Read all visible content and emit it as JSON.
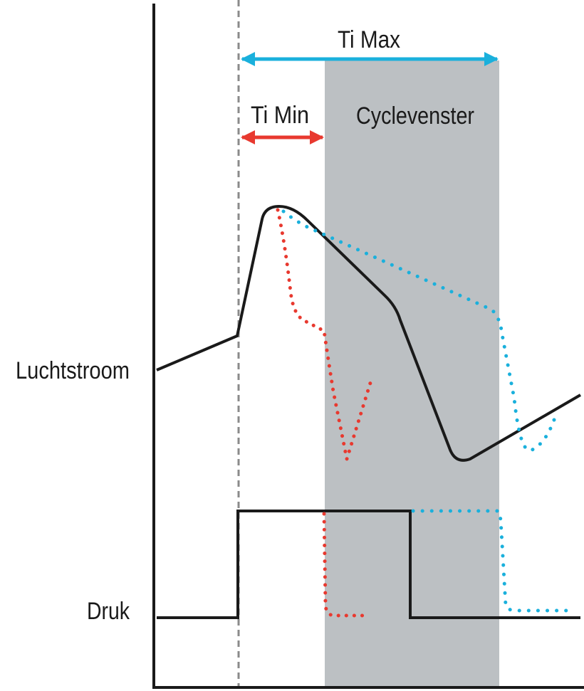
{
  "labels": {
    "ti_max": "Ti Max",
    "ti_min": "Ti Min",
    "cycle_window": "Cyclevenster",
    "flow": "Luchtstroom",
    "pressure": "Druk"
  },
  "colors": {
    "cycle_window": "#bcc0c3",
    "ti_max": "#1ab0dc",
    "ti_min": "#e8392f",
    "main_curve": "#1a1a1a",
    "axis": "#1a1a1a",
    "trigger_line": "#8a8a8a"
  }
}
